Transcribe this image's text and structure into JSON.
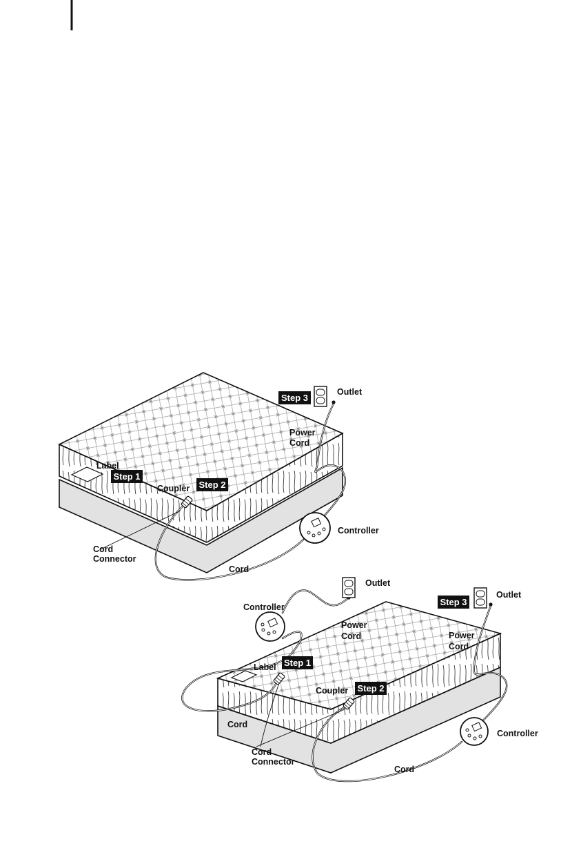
{
  "diagram_top": {
    "labels": {
      "outlet": "Outlet",
      "power_cord": [
        "Power",
        "Cord"
      ],
      "label": "Label",
      "coupler": "Coupler",
      "controller": "Controller",
      "cord_connector": [
        "Cord",
        "Connector"
      ],
      "cord": "Cord"
    },
    "steps": {
      "step1": "Step 1",
      "step2": "Step 2",
      "step3": "Step 3"
    }
  },
  "diagram_bottom": {
    "labels": {
      "outlet_left": "Outlet",
      "outlet_right": "Outlet",
      "controller_left": "Controller",
      "controller_right": "Controller",
      "power_cord_left": [
        "Power",
        "Cord"
      ],
      "power_cord_right": [
        "Power",
        "Cord"
      ],
      "label": "Label",
      "coupler": "Coupler",
      "cord_left": "Cord",
      "cord_bottom": "Cord",
      "cord_connector": [
        "Cord",
        "Connector"
      ]
    },
    "steps": {
      "step1": "Step 1",
      "step2": "Step 2",
      "step3": "Step 3"
    }
  },
  "colors": {
    "ink": "#111111",
    "box_side": "#e2e2e2",
    "step_bg": "#111111",
    "step_text": "#ffffff"
  }
}
